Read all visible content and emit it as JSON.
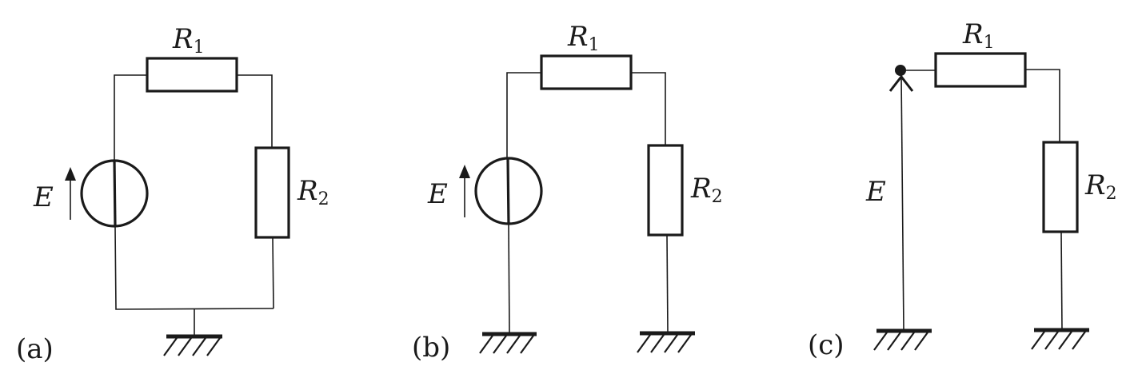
{
  "figure": {
    "panels": [
      {
        "tag": "(a)",
        "source_label": "E",
        "r1": {
          "letter": "R",
          "index": "1"
        },
        "r2": {
          "letter": "R",
          "index": "2"
        },
        "variant": "voltage-source-single-ground"
      },
      {
        "tag": "(b)",
        "source_label": "E",
        "r1": {
          "letter": "R",
          "index": "1"
        },
        "r2": {
          "letter": "R",
          "index": "2"
        },
        "variant": "voltage-source-two-grounds"
      },
      {
        "tag": "(c)",
        "source_label": "E",
        "r1": {
          "letter": "R",
          "index": "1"
        },
        "r2": {
          "letter": "R",
          "index": "2"
        },
        "variant": "potential-arrow-two-grounds"
      }
    ],
    "colors": {
      "ink": "#1a1a1a",
      "background": "#ffffff"
    }
  }
}
